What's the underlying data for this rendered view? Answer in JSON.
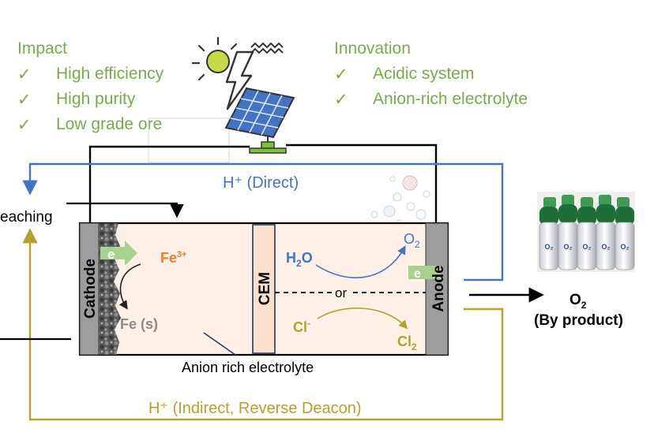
{
  "impact": {
    "heading": "Impact",
    "items": [
      "High efficiency",
      "High purity",
      "Low grade ore"
    ]
  },
  "innovation": {
    "heading": "Innovation",
    "items": [
      "Acidic system",
      "Anion-rich electrolyte"
    ]
  },
  "check_mark": "✓",
  "flows": {
    "direct": "H⁺ (Direct)",
    "indirect": "H⁺ (Indirect, Reverse Deacon)",
    "leaching": "eaching"
  },
  "cell": {
    "cathode": "Cathode",
    "anode": "Anode",
    "cem": "CEM",
    "electron": "e",
    "fe3": "Fe",
    "fe3_sup": "3+",
    "fe_s": "Fe (s)",
    "h2o": "H",
    "h2o_sub": "2",
    "h2o_end": "O",
    "o2": "O",
    "o2_sub": "2",
    "or": "or",
    "cl": "Cl",
    "cl_sup": "-",
    "cl2": "Cl",
    "cl2_sub": "2",
    "electrolyte": "Anion rich electrolyte"
  },
  "product": {
    "o2": "O",
    "o2_sub": "2",
    "label": "(By product)",
    "cylinder_label": "O₂"
  },
  "colors": {
    "green": "#7aa94f",
    "blue": "#4472c4",
    "olive": "#b5a22e",
    "orange": "#ed7d31",
    "electrolyte_fill": "#fdf0e6"
  }
}
